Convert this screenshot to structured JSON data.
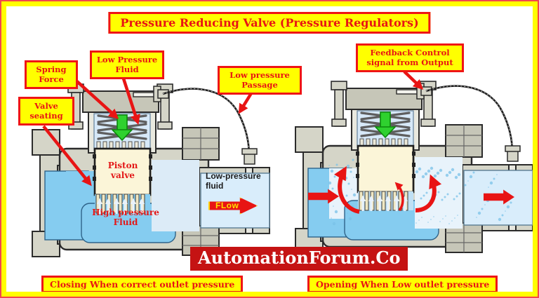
{
  "title": "Pressure Reducing Valve (Pressure Regulators)",
  "callouts": {
    "spring_force": "Spring Force",
    "low_pressure_fluid": "Low Pressure Fluid",
    "valve_seating": "Valve seating",
    "low_pressure_passage": "Low pressure Passage",
    "feedback_control": "Feedback Control signal from Output"
  },
  "inline_labels": {
    "piston_valve": "Piston valve",
    "high_pressure_fluid": "High pressure Fluid",
    "low_pressure_fluid": "Low-pressure fluid",
    "flow": "FLow"
  },
  "captions": {
    "closing": "Closing When correct outlet pressure",
    "opening": "Opening When Low outlet pressure"
  },
  "watermark": "AutomationForum.Co",
  "colors": {
    "frame_border": "#f2474d",
    "frame_inner": "#ffff00",
    "callout_bg": "#ffff00",
    "callout_border": "#ef1515",
    "callout_text": "#e81414",
    "banner_bg": "#c51313",
    "banner_text": "#ffffff",
    "body_gray": "#d5d5c8",
    "body_gray_dark": "#c6c6b8",
    "high_pressure_fluid": "#85ccf0",
    "low_pressure_fluid": "#d9edfb",
    "pale_fluid": "#e8f3fb",
    "spring_chamber": "#d7e9f8",
    "green_arrow": "#2fd12f",
    "red_arrow": "#e81414",
    "flow_text": "#ffdf00"
  }
}
